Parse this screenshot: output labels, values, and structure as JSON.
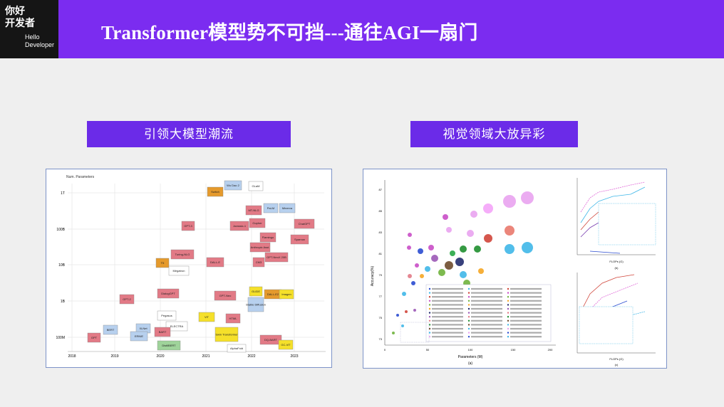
{
  "logo": {
    "line1": "你好",
    "line2": "开发者",
    "line3": "Hello",
    "line4": "Developer"
  },
  "slide": {
    "title": "Transformer模型势不可挡---通往AGI一扇门",
    "left_heading": "引领大模型潮流",
    "right_heading": "视觉领域大放异彩"
  },
  "left_figure": {
    "axis_title": "Num. Parameters",
    "y_ticks": [
      "1T",
      "100B",
      "10B",
      "1B",
      "100M"
    ],
    "x_ticks": [
      "2018",
      "2019",
      "2020",
      "2021",
      "2022",
      "2023"
    ],
    "models": [
      "Switch",
      "Wu Dao 2",
      "GLaM",
      "MT-NLG",
      "PaLM",
      "Minerva",
      "GPT-3",
      "Jurassic-1",
      "Gopher",
      "ChatGPT",
      "Flamingo",
      "Sparrow",
      "Anthropic Asst.",
      "GPT-NeoX 20B",
      "Turing-NLG",
      "DALL-E",
      "CM3",
      "T5",
      "Megatron",
      "GPT-2",
      "DialogGPT",
      "GPT-Neo",
      "GLIDE",
      "Stable Diffusion",
      "DALL-E2",
      "Imagen",
      "Pegasus",
      "ELECTRA",
      "XLNet",
      "ERNIE",
      "BART",
      "ViT",
      "HTML",
      "GPT",
      "BERT",
      "Swin Transformer",
      "DistilBERT",
      "DQ-BART",
      "GC-ViT",
      "AlphaFold"
    ]
  },
  "right_figure": {
    "y_label": "Accuracy(%)",
    "x_label": "Parameters (M)",
    "caption_a": "(a)",
    "caption_b": "(b)",
    "caption_c": "(c)",
    "x_label_b": "FLOPs (G)",
    "x_label_c": "FLOPs (G)",
    "y_ticks": [
      "87",
      "85",
      "83",
      "81",
      "79",
      "77",
      "75",
      "73"
    ],
    "x_ticks": [
      "0",
      "50",
      "100",
      "150",
      "200"
    ]
  }
}
